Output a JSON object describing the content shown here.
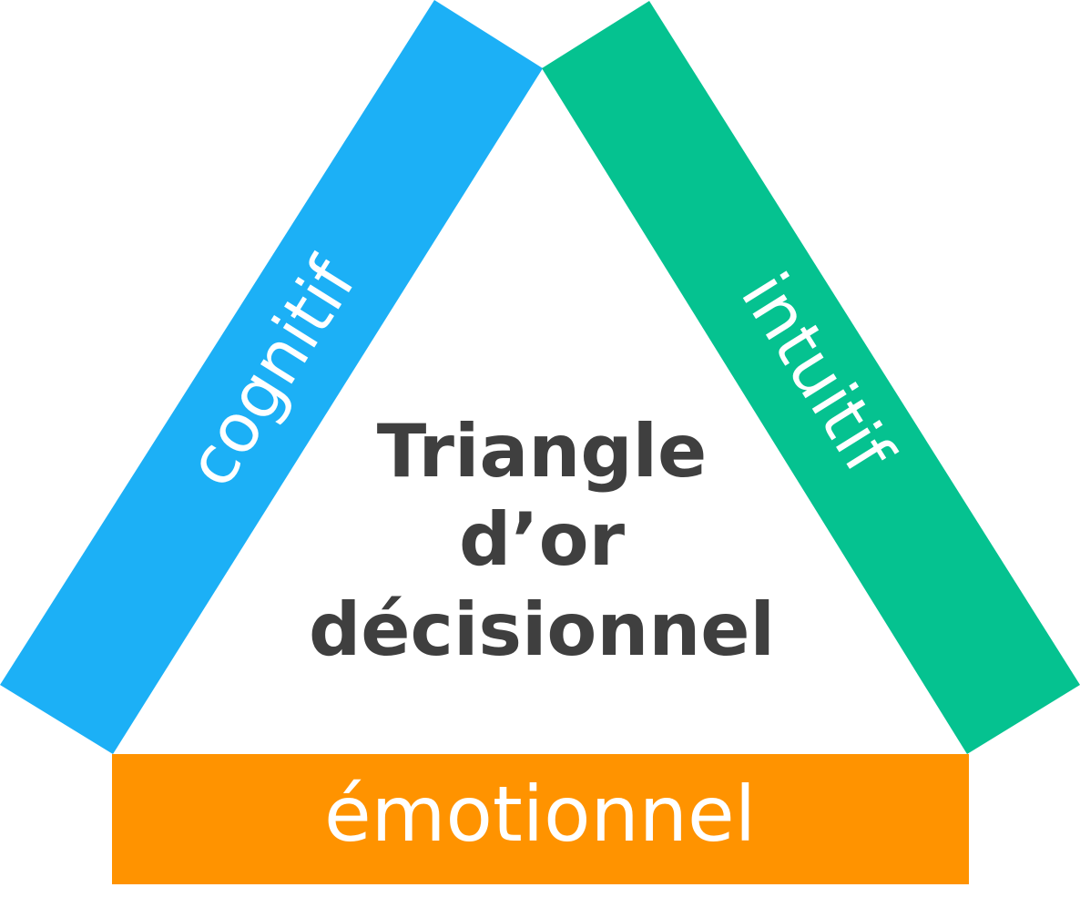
{
  "diagram": {
    "title_lines": [
      "Triangle",
      "d’or",
      "décisionnel"
    ],
    "sides": {
      "left": {
        "label": "cognitif",
        "color": "#1cb0f6"
      },
      "right": {
        "label": "intuitif",
        "color": "#05c290"
      },
      "bottom": {
        "label": "émotionnel",
        "color": "#ff9300"
      }
    },
    "title_color": "#3f3f3f",
    "label_color": "#ffffff"
  }
}
